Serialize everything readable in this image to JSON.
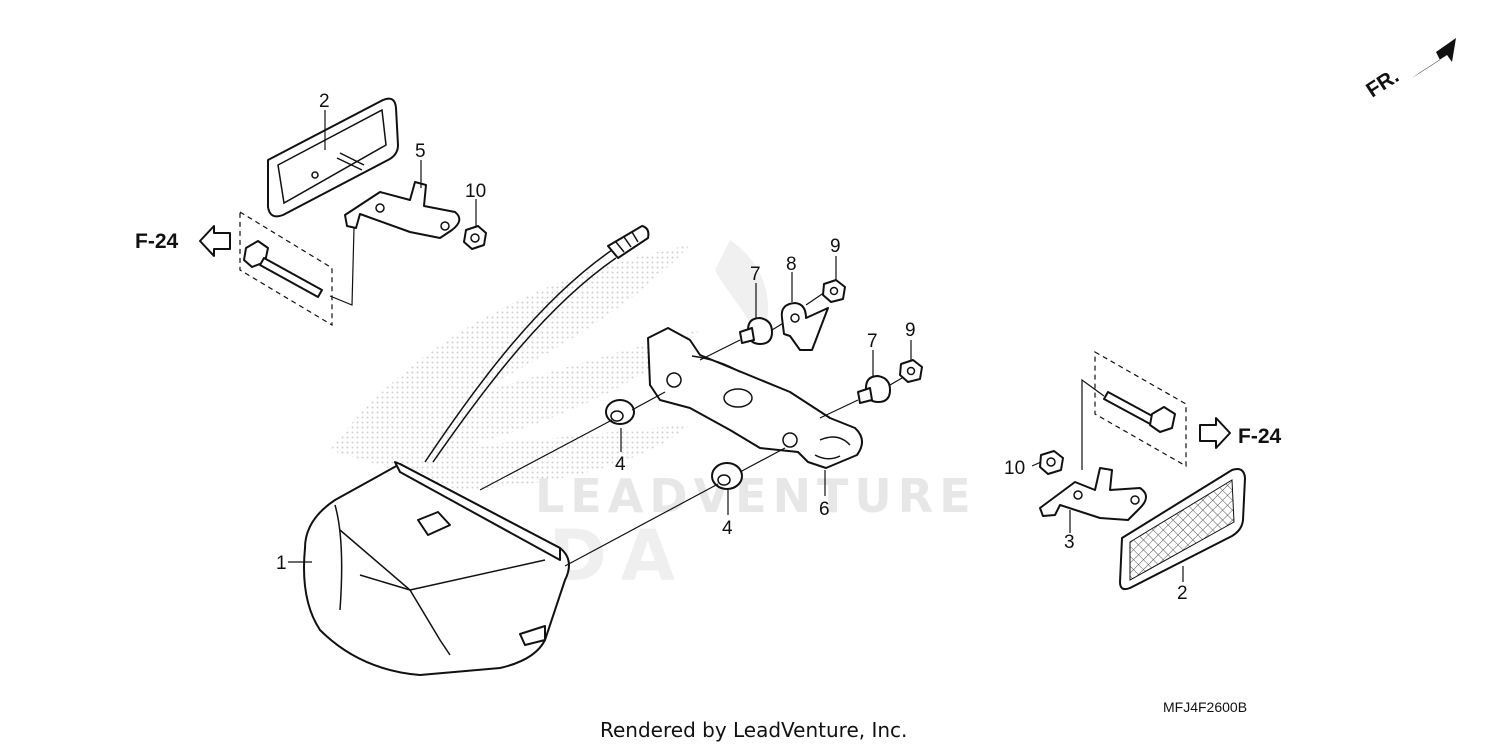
{
  "diagram": {
    "orientation_label": "FR.",
    "reference_left": "F-24",
    "reference_right": "F-24",
    "diagram_code": "MFJ4F2600B",
    "watermark": "LEADVENTURE",
    "watermark_brand": "HONDA",
    "footer_credit": "Rendered by LeadVenture, Inc.",
    "callouts": {
      "c1": "1",
      "c2_top": "2",
      "c2_bottom": "2",
      "c3": "3",
      "c4_upper": "4",
      "c4_lower": "4",
      "c5": "5",
      "c6": "6",
      "c7_left": "7",
      "c7_right": "7",
      "c8": "8",
      "c9_left": "9",
      "c9_right": "9",
      "c10_left": "10",
      "c10_right": "10"
    }
  }
}
